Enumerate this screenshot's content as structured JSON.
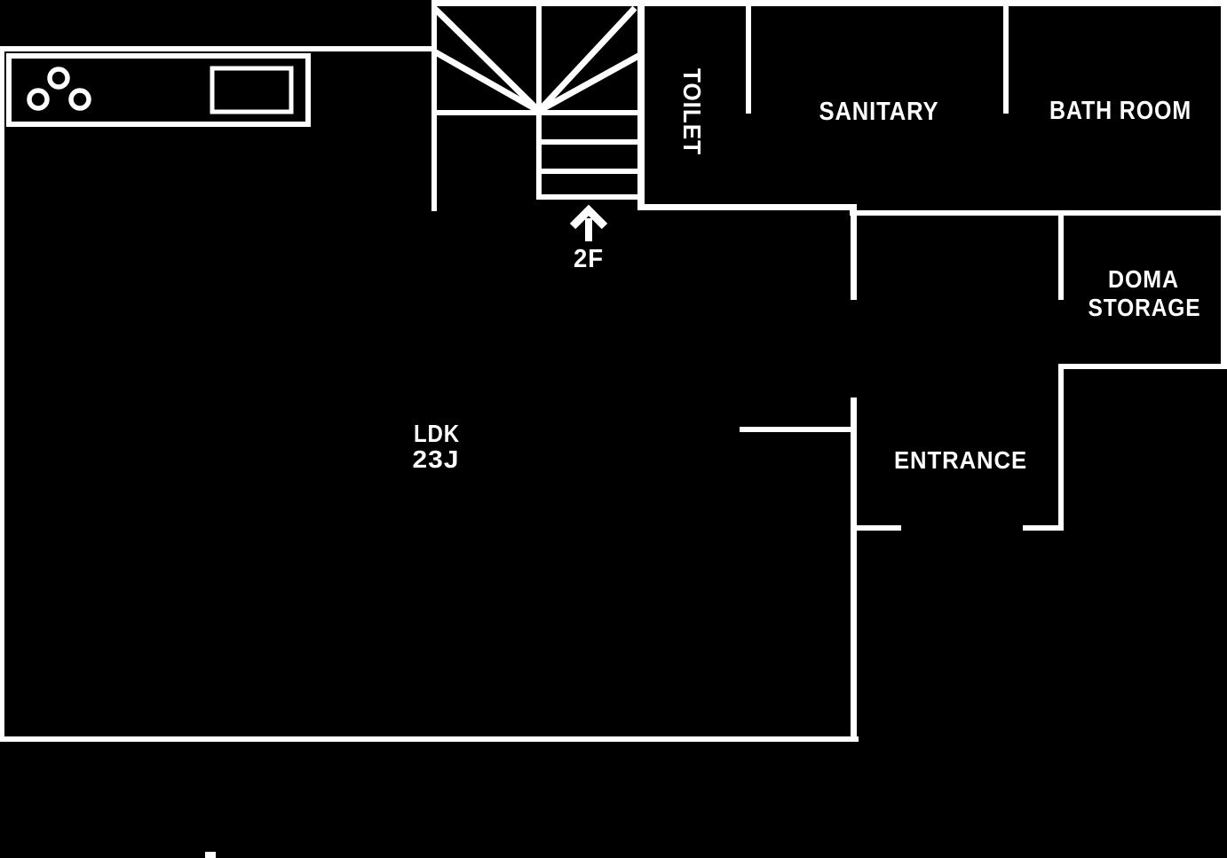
{
  "plan": {
    "colors": {
      "background": "#000000",
      "lines": "#ffffff",
      "labels": "#ffffff"
    },
    "rooms": {
      "ldk": {
        "name": "LDK",
        "size": "23J"
      },
      "toilet": {
        "label": "TOILET"
      },
      "sanitary": {
        "label": "SANITARY"
      },
      "bathroom": {
        "label": "BATH ROOM"
      },
      "doma_storage": {
        "label_line1": "DOMA",
        "label_line2": "STORAGE"
      },
      "entrance": {
        "label": "ENTRANCE"
      }
    },
    "stairs": {
      "destination_floor": "2F"
    }
  }
}
